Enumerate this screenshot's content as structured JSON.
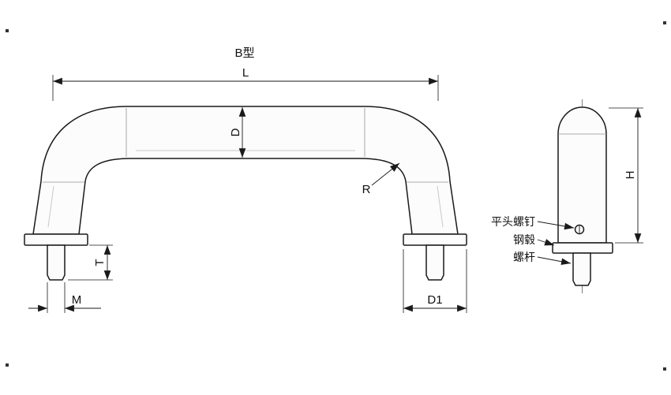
{
  "title": "B型",
  "front_view": {
    "dim_length": "L",
    "dim_diameter": "D",
    "dim_radius": "R",
    "dim_thickness": "T",
    "dim_thread": "M",
    "dim_hub_diameter": "D1"
  },
  "side_view": {
    "dim_height": "H",
    "labels": {
      "flat_head_screw": "平头螺钉",
      "steel_hub": "钢毂",
      "screw_rod": "螺杆"
    }
  }
}
